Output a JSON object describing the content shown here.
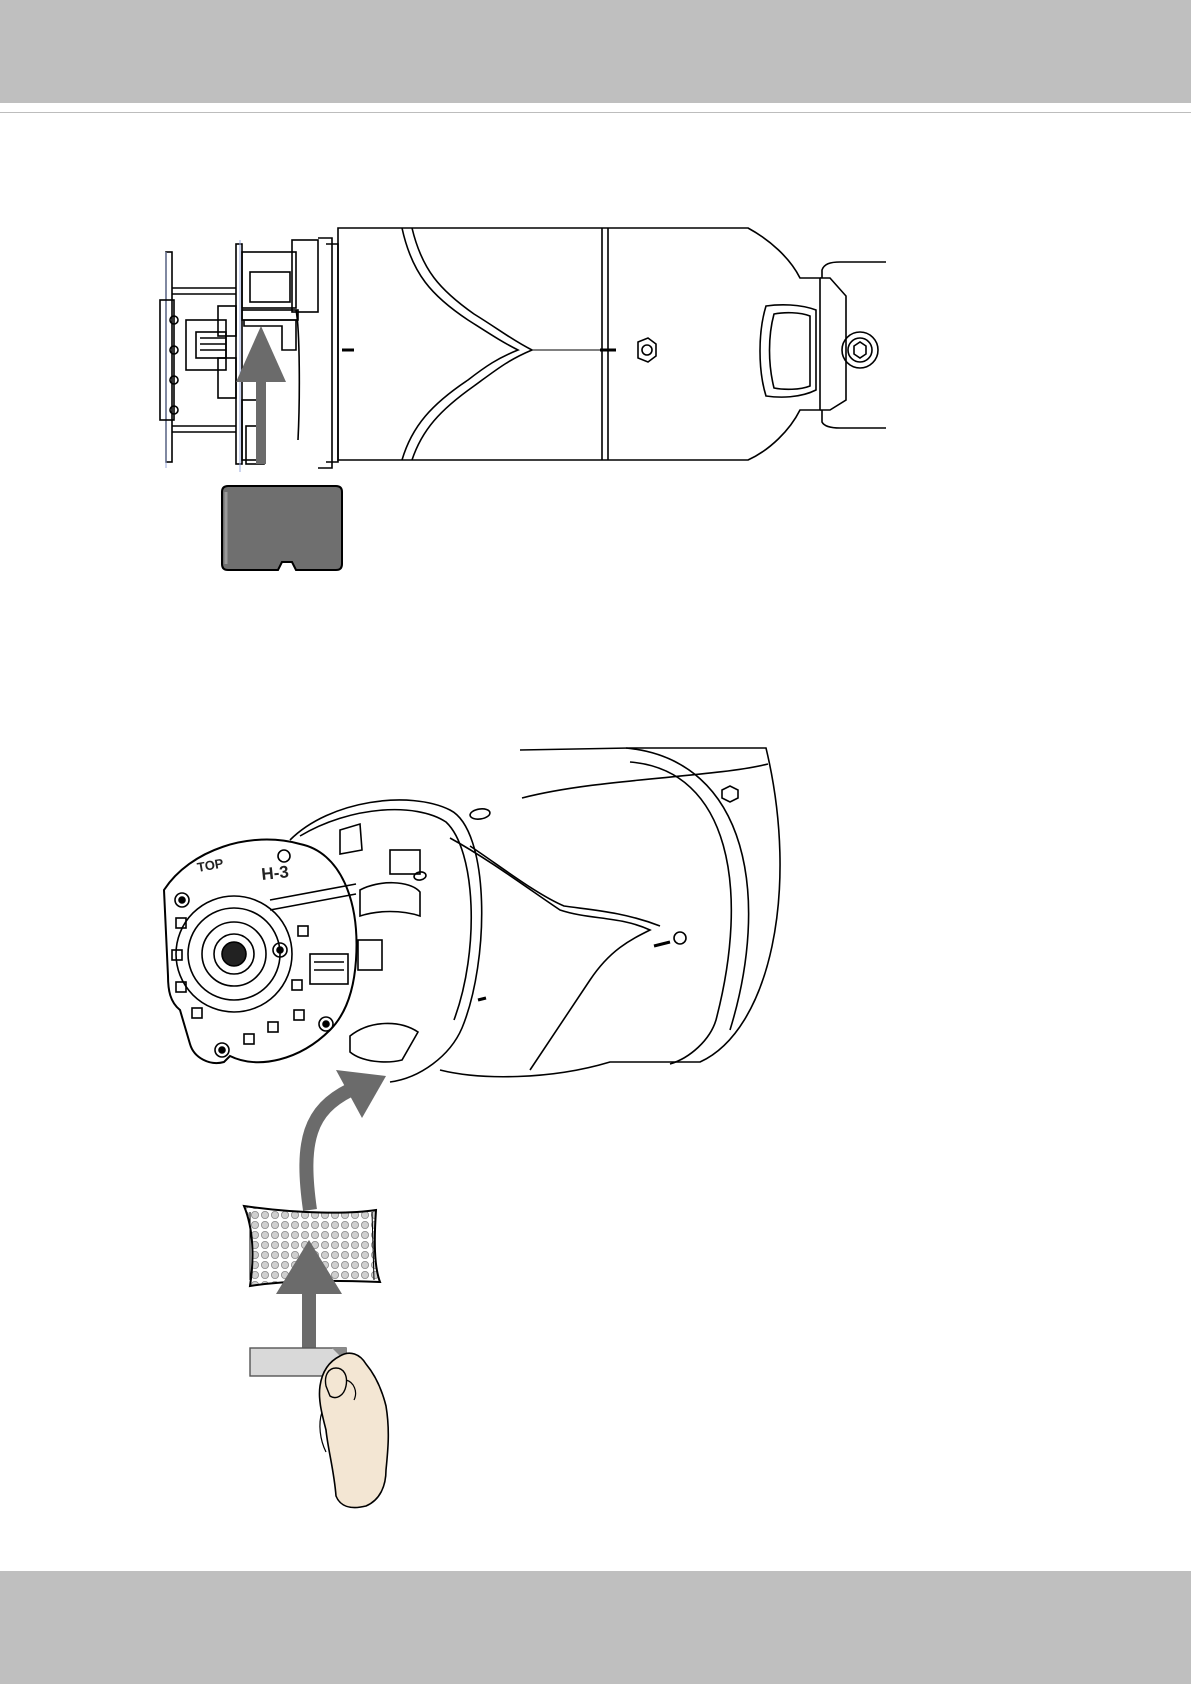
{
  "page": {
    "header_band_color": "#bfbfbf",
    "footer_band_color": "#bfbfbf",
    "accent_arrow_color": "#6b6b6b"
  },
  "figures": [
    {
      "name": "microsd-card-insertion",
      "icons": [
        "camera-body-side-view",
        "microsd-card",
        "up-arrow"
      ]
    },
    {
      "name": "desiccant-pack-insertion",
      "icons": [
        "camera-module-front-view",
        "desiccant-bag",
        "adhesive-strip",
        "hand",
        "curved-arrow",
        "up-arrow"
      ],
      "labels": {
        "top_mark": "TOP",
        "module_mark": "H-3"
      }
    }
  ]
}
